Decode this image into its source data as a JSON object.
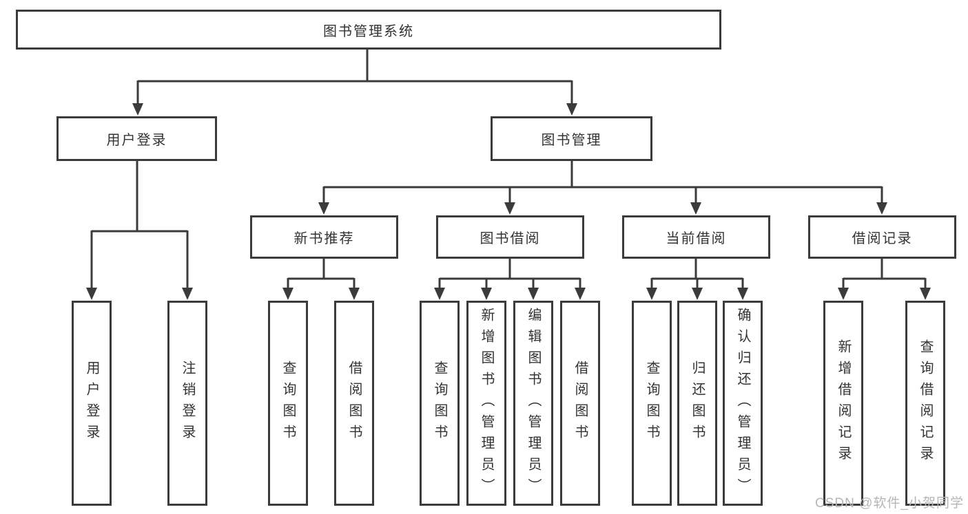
{
  "diagram": {
    "root": {
      "label": "图书管理系统"
    },
    "branches": [
      {
        "label": "用户登录",
        "children": [
          "用户登录",
          "注销登录"
        ]
      },
      {
        "label": "图书管理",
        "modules": [
          {
            "label": "新书推荐",
            "children": [
              "查询图书",
              "借阅图书"
            ]
          },
          {
            "label": "图书借阅",
            "children": [
              "查询图书",
              "新增图书（管理员）",
              "编辑图书（管理员）",
              "借阅图书"
            ]
          },
          {
            "label": "当前借阅",
            "children": [
              "查询图书",
              "归还图书",
              "确认归还（管理员）"
            ]
          },
          {
            "label": "借阅记录",
            "children": [
              "新增借阅记录",
              "查询借阅记录"
            ]
          }
        ]
      }
    ],
    "watermark": "CSDN @软件_小贺同学",
    "colors": {
      "line": "#3b3b3b",
      "text": "#333333",
      "watermark": "#b5b5b5",
      "background": "#ffffff"
    }
  }
}
